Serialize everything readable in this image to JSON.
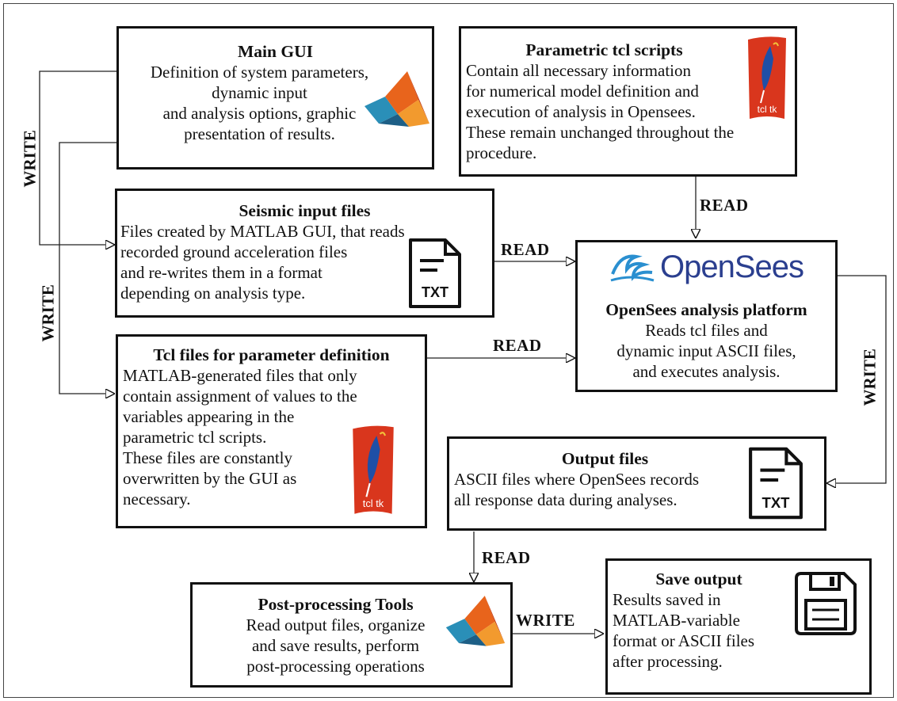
{
  "boxes": {
    "main_gui": {
      "title": "Main GUI",
      "text": "Definition of system parameters,\ndynamic input\nand analysis options, graphic\npresentation of results."
    },
    "parametric_tcl": {
      "title": "Parametric tcl scripts",
      "text": "Contain all necessary information\nfor numerical model definition and\nexecution of analysis in Opensees.\nThese remain unchanged throughout the\nprocedure."
    },
    "seismic_input": {
      "title": "Seismic input files",
      "text": "Files created by MATLAB GUI, that reads\nrecorded ground acceleration files\nand re-writes them in a format\ndepending on analysis type."
    },
    "opensees": {
      "title": "OpenSees analysis platform",
      "text": "Reads tcl files and\ndynamic input ASCII files,\nand executes analysis."
    },
    "tcl_param": {
      "title": "Tcl files for parameter definition",
      "text": "MATLAB-generated files that only\ncontain assignment of values to the\nvariables appearing in the\nparametric tcl scripts.\nThese files are constantly\noverwritten by the GUI as\nnecessary."
    },
    "output_files": {
      "title": "Output files",
      "text": "ASCII files where OpenSees records\nall response data during analyses."
    },
    "post_processing": {
      "title": "Post-processing Tools",
      "text": "Read output files, organize\nand save results, perform\npost-processing operations"
    },
    "save_output": {
      "title": "Save output",
      "text": "Results saved in\nMATLAB-variable\nformat or ASCII files\nafter processing."
    }
  },
  "edge_labels": {
    "write_main_seismic": "WRITE",
    "write_main_tcl": "WRITE",
    "read_param_opensees": "READ",
    "read_seismic_opensees": "READ",
    "read_tcl_opensees": "READ",
    "write_opensees_output": "WRITE",
    "read_output_post": "READ",
    "write_post_save": "WRITE"
  },
  "logos": {
    "txt_icon_label": "TXT",
    "opensees_wordmark": "OpenSees",
    "tcltk_caption": "tcl tk"
  },
  "icons": [
    "matlab-logo-icon",
    "tcl-tk-logo-icon",
    "txt-file-icon",
    "opensees-logo-icon",
    "floppy-disk-icon"
  ]
}
